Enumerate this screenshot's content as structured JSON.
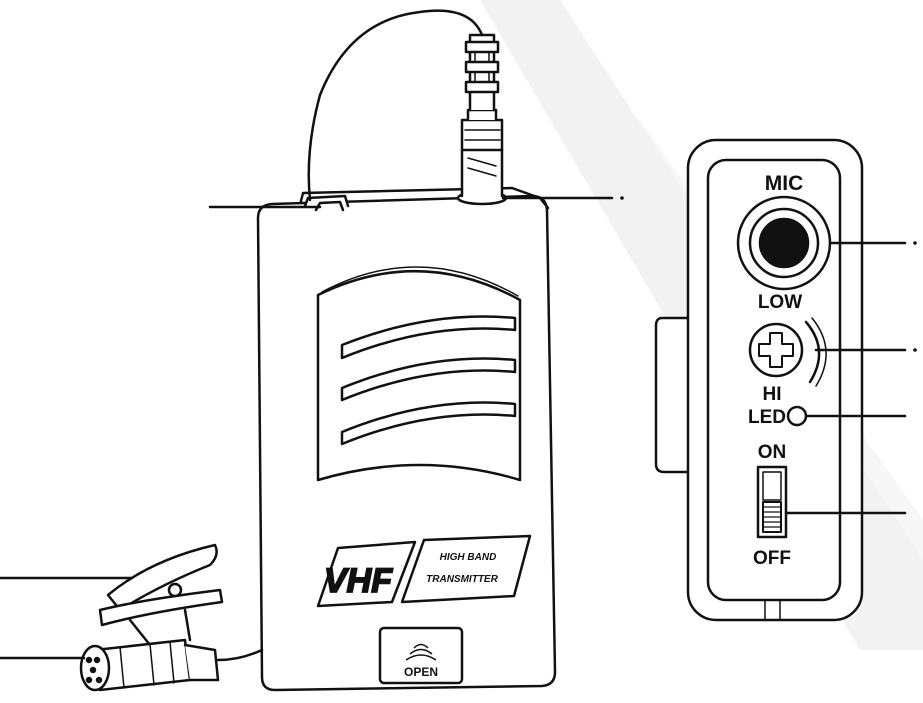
{
  "colors": {
    "ink": "#111111",
    "paper": "#ffffff",
    "watermark": "#f1f1f1"
  },
  "transmitter": {
    "brand_label": "VHF",
    "band_label_line1": "HIGH BAND",
    "band_label_line2": "TRANSMITTER",
    "battery_door_label": "OPEN"
  },
  "side_panel": {
    "mic_label": "MIC",
    "gain_low_label": "LOW",
    "gain_high_label": "HI",
    "led_label": "LED",
    "switch_on_label": "ON",
    "switch_off_label": "OFF"
  },
  "icons": [
    "gain-knob-plus-icon",
    "sound-waves-icon",
    "mic-jack-icon",
    "led-indicator-icon",
    "power-slide-switch-icon",
    "lavalier-clip-icon",
    "lavalier-mic-head-icon"
  ]
}
